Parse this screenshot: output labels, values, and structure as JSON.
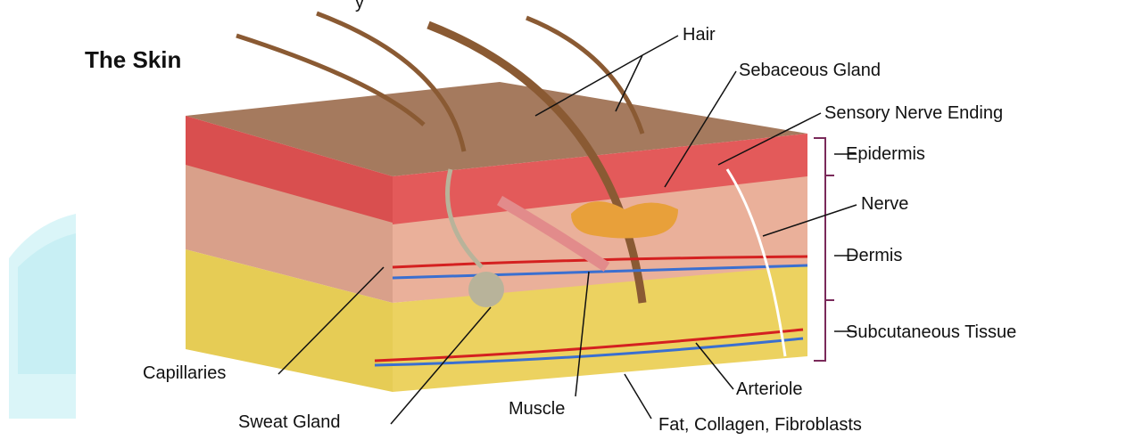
{
  "diagram": {
    "title": "The Skin",
    "top_caption": "y",
    "labels": {
      "hair": "Hair",
      "sebaceous_gland": "Sebaceous Gland",
      "sensory_nerve_ending": "Sensory Nerve Ending",
      "epidermis": "Epidermis",
      "nerve": "Nerve",
      "dermis": "Dermis",
      "subcutaneous_tissue": "Subcutaneous Tissue",
      "capillaries": "Capillaries",
      "sweat_gland": "Sweat Gland",
      "muscle": "Muscle",
      "arteriole": "Arteriole",
      "fat_collagen_fibroblasts": "Fat, Collagen, Fibroblasts"
    },
    "colors": {
      "epidermis": "#d94f4f",
      "dermis": "#d9a08a",
      "subcutaneous": "#e6cc55",
      "surface": "#a57a5e",
      "hair": "#8a5a33",
      "artery": "#d42020",
      "vein": "#3a6fd0",
      "nerve": "#ffffff",
      "gland": "#b8b39a",
      "sebaceous": "#e8a03a",
      "bracket": "#7a2a5a",
      "watermark": "#c8f0f5"
    }
  }
}
